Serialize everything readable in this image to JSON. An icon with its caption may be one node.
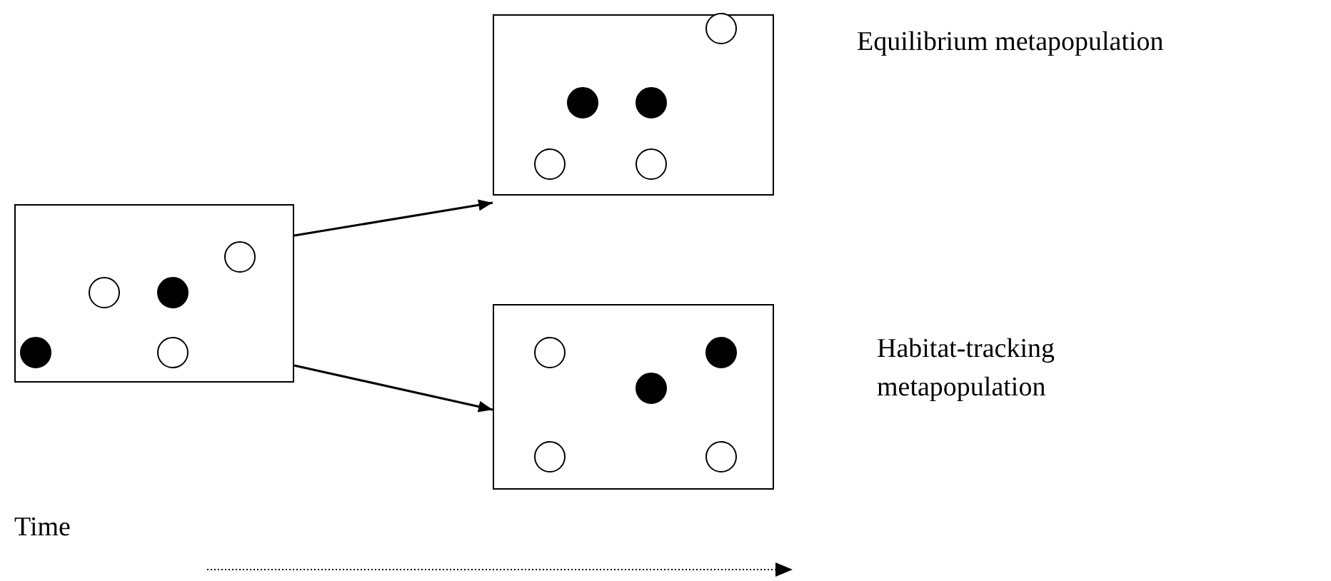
{
  "diagram": {
    "nodes": [
      {
        "text": [],
        "shape": "box"
      },
      {
        "text": [],
        "shape": "circle",
        "in": 0
      },
      {
        "text": [],
        "shape": "circle",
        "in": 0
      },
      {
        "text": [],
        "shape": "dot",
        "in": 0
      },
      {
        "text": [],
        "shape": "dot",
        "in": 0
      },
      {
        "text": [],
        "shape": "circle",
        "in": 0
      },
      {
        "text": [],
        "shape": "box",
        "beside": [
          "Equilibrium metapopulation"
        ]
      },
      {
        "text": [],
        "shape": "circle",
        "in": 6
      },
      {
        "text": [],
        "shape": "dot",
        "in": 6
      },
      {
        "text": [],
        "shape": "dot",
        "in": 6
      },
      {
        "text": [],
        "shape": "circle",
        "in": 6
      },
      {
        "text": [],
        "shape": "circle",
        "in": 6
      },
      {
        "text": [],
        "shape": "box",
        "beside": [
          "Habitat-tracking metapopulation"
        ]
      },
      {
        "text": [],
        "shape": "circle",
        "in": 12
      },
      {
        "text": [],
        "shape": "dot",
        "in": 12
      },
      {
        "text": [],
        "shape": "dot",
        "in": 12
      },
      {
        "text": [],
        "shape": "circle",
        "in": 12
      },
      {
        "text": [],
        "shape": "circle",
        "in": 12
      }
    ],
    "edges": [
      {
        "from": 0,
        "to": 6,
        "arrow": "to"
      },
      {
        "from": 0,
        "to": 12,
        "arrow": "to"
      }
    ],
    "labels": [
      "Time"
    ]
  }
}
